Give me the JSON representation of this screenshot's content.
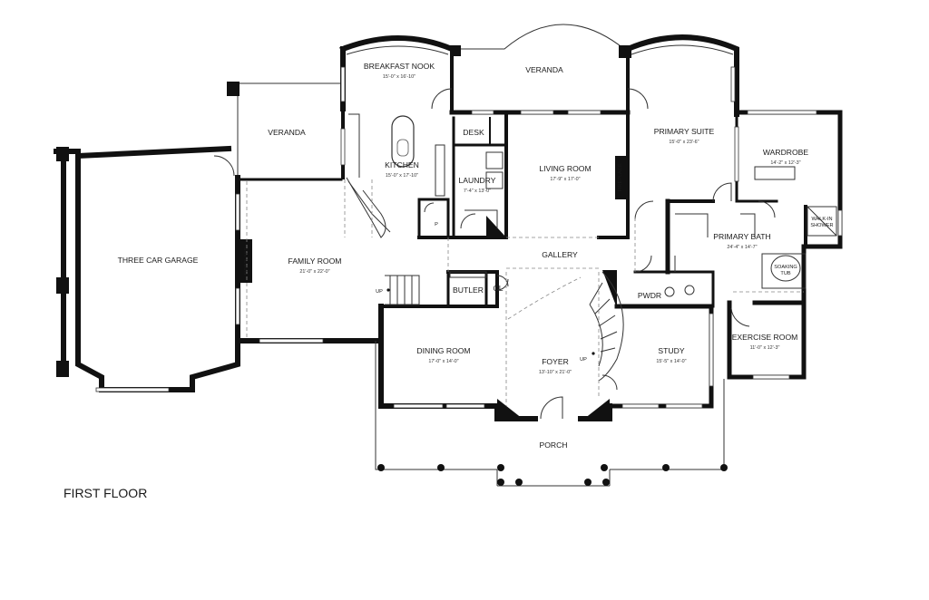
{
  "title": "FIRST FLOOR",
  "rooms": [
    {
      "key": "breakfast",
      "name": "BREAKFAST NOOK",
      "dims": "15'-0\" x 16'-10\""
    },
    {
      "key": "veranda_top",
      "name": "VERANDA",
      "dims": ""
    },
    {
      "key": "primary_suite",
      "name": "PRIMARY SUITE",
      "dims": "15'-0\" x 23'-6\""
    },
    {
      "key": "veranda_left",
      "name": "VERANDA",
      "dims": ""
    },
    {
      "key": "desk",
      "name": "DESK",
      "dims": ""
    },
    {
      "key": "kitchen",
      "name": "KITCHEN",
      "dims": "15'-0\" x 17'-10\""
    },
    {
      "key": "laundry",
      "name": "LAUNDRY",
      "dims": "7'-4\" x 13'-0\""
    },
    {
      "key": "living",
      "name": "LIVING ROOM",
      "dims": "17'-9\" x 17'-0\""
    },
    {
      "key": "wardrobe",
      "name": "WARDROBE",
      "dims": "14'-2\" x 12'-3\""
    },
    {
      "key": "garage",
      "name": "THREE CAR GARAGE",
      "dims": ""
    },
    {
      "key": "family",
      "name": "FAMILY ROOM",
      "dims": "21'-0\" x 22'-0\""
    },
    {
      "key": "gallery",
      "name": "GALLERY",
      "dims": ""
    },
    {
      "key": "primary_bath",
      "name": "PRIMARY BATH",
      "dims": "24'-4\" x 14'-7\""
    },
    {
      "key": "butler",
      "name": "BUTLER",
      "dims": ""
    },
    {
      "key": "cl",
      "name": "CL",
      "dims": ""
    },
    {
      "key": "pwdr",
      "name": "PWDR",
      "dims": ""
    },
    {
      "key": "dining",
      "name": "DINING ROOM",
      "dims": "17'-0\" x 14'-0\""
    },
    {
      "key": "foyer",
      "name": "FOYER",
      "dims": "13'-10\" x 21'-0\""
    },
    {
      "key": "study",
      "name": "STUDY",
      "dims": "15'-5\" x 14'-0\""
    },
    {
      "key": "exercise",
      "name": "EXERCISE ROOM",
      "dims": "11'-0\" x 12'-3\""
    },
    {
      "key": "porch",
      "name": "PORCH",
      "dims": ""
    }
  ],
  "labels": {
    "pantry": "P",
    "up_family": "UP",
    "up_foyer": "UP",
    "fireplace_family": "FIREPLACE",
    "fireplace_living": "FIREPLACE",
    "soaking_1": "SOAKING",
    "soaking_2": "TUB",
    "walkin_1": "WALK-IN",
    "walkin_2": "SHOWER"
  }
}
